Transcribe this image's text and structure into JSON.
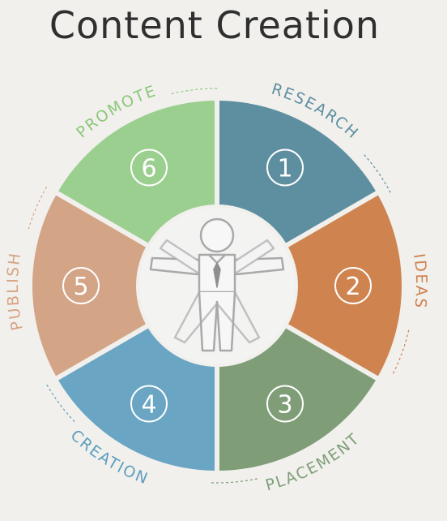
{
  "title": "Content Creation",
  "segments": [
    {
      "number": "1",
      "label": "RESEARCH",
      "color": "#5e8fa0",
      "label_color": "#5e8fa0"
    },
    {
      "number": "2",
      "label": "IDEAS",
      "color": "#cf8450",
      "label_color": "#cf8450"
    },
    {
      "number": "3",
      "label": "PLACEMENT",
      "color": "#7f9e78",
      "label_color": "#7f9e78"
    },
    {
      "number": "4",
      "label": "CREATION",
      "color": "#6aa5c3",
      "label_color": "#5e9fbe"
    },
    {
      "number": "5",
      "label": "PUBLISH",
      "color": "#d3a586",
      "label_color": "#d7a383"
    },
    {
      "number": "6",
      "label": "PROMOTE",
      "color": "#9bcf8f",
      "label_color": "#8cc87a"
    }
  ],
  "center_icon": "vitruvian-businessman-icon"
}
